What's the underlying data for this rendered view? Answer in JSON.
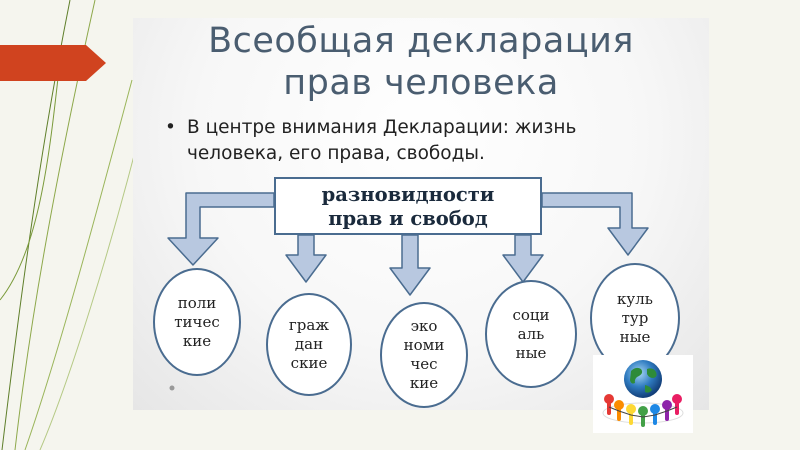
{
  "slide": {
    "title_line1": "Всеобщая декларация",
    "title_line2": "прав человека",
    "bullet_symbol": "•",
    "bullet_text_line1": "В центре внимания Декларации: жизнь",
    "bullet_text_line2": "человека, его права, свободы."
  },
  "diagram": {
    "center_line1": "разновидности",
    "center_line2": "прав и свобод",
    "categories": [
      {
        "lines": [
          "поли",
          "тичес",
          "кие"
        ]
      },
      {
        "lines": [
          "граж",
          "дан",
          "ские"
        ]
      },
      {
        "lines": [
          "эко",
          "номи",
          "чес",
          "кие"
        ]
      },
      {
        "lines": [
          "соци",
          "аль",
          "ные"
        ]
      },
      {
        "lines": [
          "куль",
          "тур",
          "ные"
        ]
      }
    ]
  },
  "colors": {
    "accent_triangle": "#d0431f",
    "title_color": "#4a5d70",
    "arrow_fill": "#b8c8e0",
    "arrow_stroke": "#4a6c90",
    "deco_lines": "#5f7f2a"
  },
  "icons": {
    "logo": "globe-people-icon"
  }
}
